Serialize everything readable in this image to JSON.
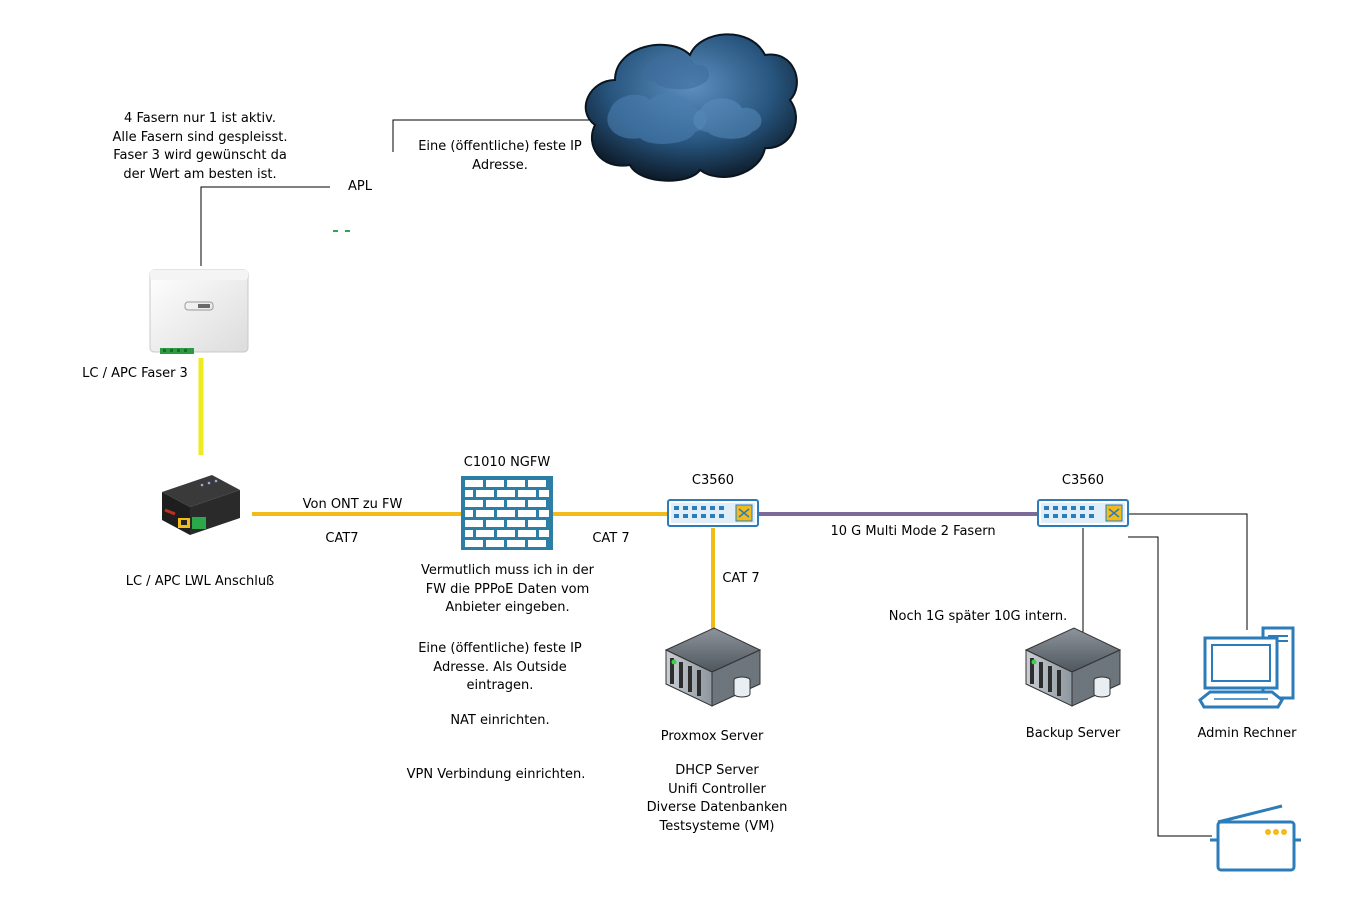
{
  "colors": {
    "fiber_yellow": "#f0eb1e",
    "cat_orange": "#f2bb1a",
    "multimode_purple": "#7b6a9a",
    "line_black": "#000000",
    "device_blue": "#2b7cb8",
    "firewall_teal": "#2c7ea4"
  },
  "icons": [
    "cloud-icon",
    "apl-box-icon",
    "ont-modem-icon",
    "firewall-icon",
    "switch-icon",
    "server-icon",
    "computer-icon",
    "printer-icon"
  ],
  "labels": {
    "fiber_note": [
      "4 Fasern nur 1 ist aktiv.",
      "Alle Fasern sind gespleisst.",
      "Faser 3 wird gewünscht da",
      "der Wert am besten ist."
    ],
    "apl": "APL",
    "cloud_note": [
      "Eine (öffentliche) feste IP",
      "Adresse."
    ],
    "lc_apc_faser3": "LC / APC Faser 3",
    "lc_apc_lwl": "LC / APC LWL Anschluß",
    "von_ont": "Von ONT zu FW",
    "cat7_left": "CAT7",
    "firewall_title": "C1010 NGFW",
    "cat7_mid": "CAT 7",
    "switch1_title": "C3560",
    "switch2_title": "C3560",
    "multimode": "10 G Multi Mode 2 Fasern",
    "cat7_down": "CAT 7",
    "fw_note1": [
      "Vermutlich muss ich in der",
      "FW die PPPoE Daten vom",
      "Anbieter eingeben."
    ],
    "fw_note2": [
      "Eine (öffentliche) feste IP",
      "Adresse. Als Outside",
      "eintragen."
    ],
    "fw_note3": "NAT einrichten.",
    "fw_note4": "VPN Verbindung einrichten.",
    "proxmox_title": "Proxmox Server",
    "proxmox_services": [
      "DHCP Server",
      "Unifi Controller",
      "Diverse Datenbanken",
      "Testsysteme (VM)"
    ],
    "backup_note": "Noch 1G später 10G intern.",
    "backup_title": "Backup Server",
    "admin_title": "Admin Rechner"
  }
}
